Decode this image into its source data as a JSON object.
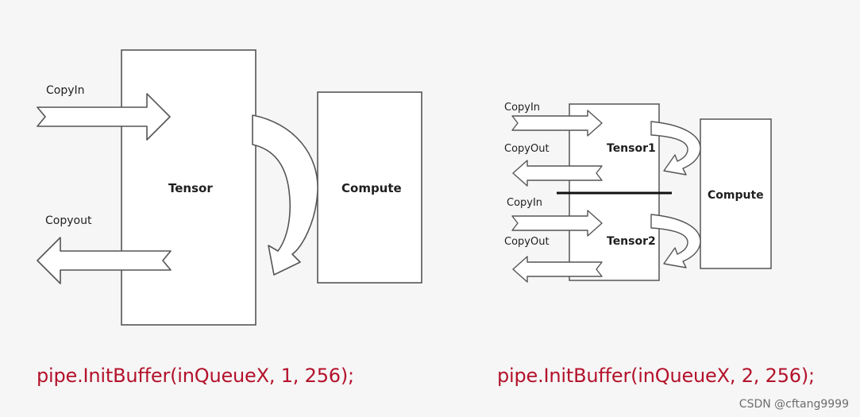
{
  "left": {
    "copyin_label": "CopyIn",
    "copyout_label": "Copyout",
    "tensor_label": "Tensor",
    "compute_label": "Compute",
    "code": "pipe.InitBuffer(inQueueX, 1, 256);"
  },
  "right": {
    "copyin1_label": "CopyIn",
    "copyout1_label": "CopyOut",
    "copyin2_label": "CopyIn",
    "copyout2_label": "CopyOut",
    "tensor1_label": "Tensor1",
    "tensor2_label": "Tensor2",
    "compute_label": "Compute",
    "code": "pipe.InitBuffer(inQueueX, 2, 256);"
  },
  "watermark": "CSDN @cftang9999"
}
